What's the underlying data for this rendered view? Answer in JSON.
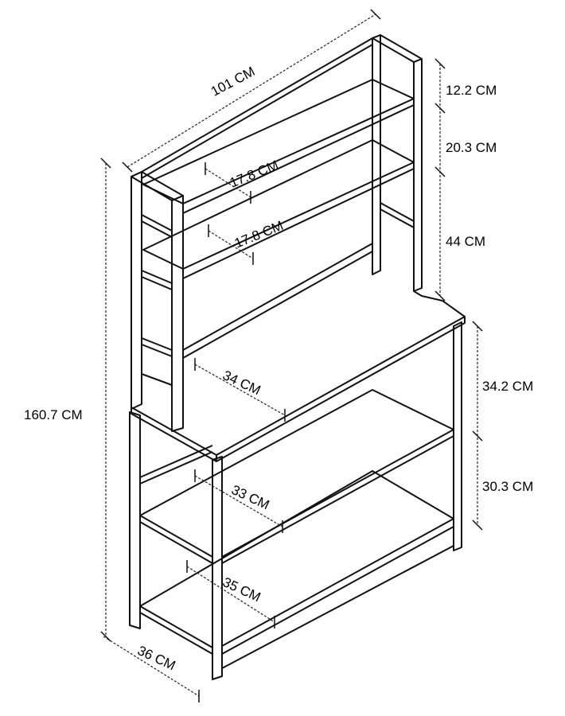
{
  "title": "Shelf dimensions diagram",
  "dimensions": {
    "width": "101 CM",
    "top_gap": "12.2 CM",
    "hutch_mid_gap": "20.3 CM",
    "hutch_lower_gap": "44 CM",
    "hutch_shelf_depth_top": "17.8 CM",
    "hutch_shelf_depth_lower": "17.8 CM",
    "total_height": "160.7 CM",
    "desk_depth": "34 CM",
    "desk_to_mid_gap": "34.2 CM",
    "mid_to_bottom_gap": "30.3 CM",
    "mid_shelf_depth": "33 CM",
    "bottom_shelf_depth": "35 CM",
    "base_depth": "36 CM"
  }
}
